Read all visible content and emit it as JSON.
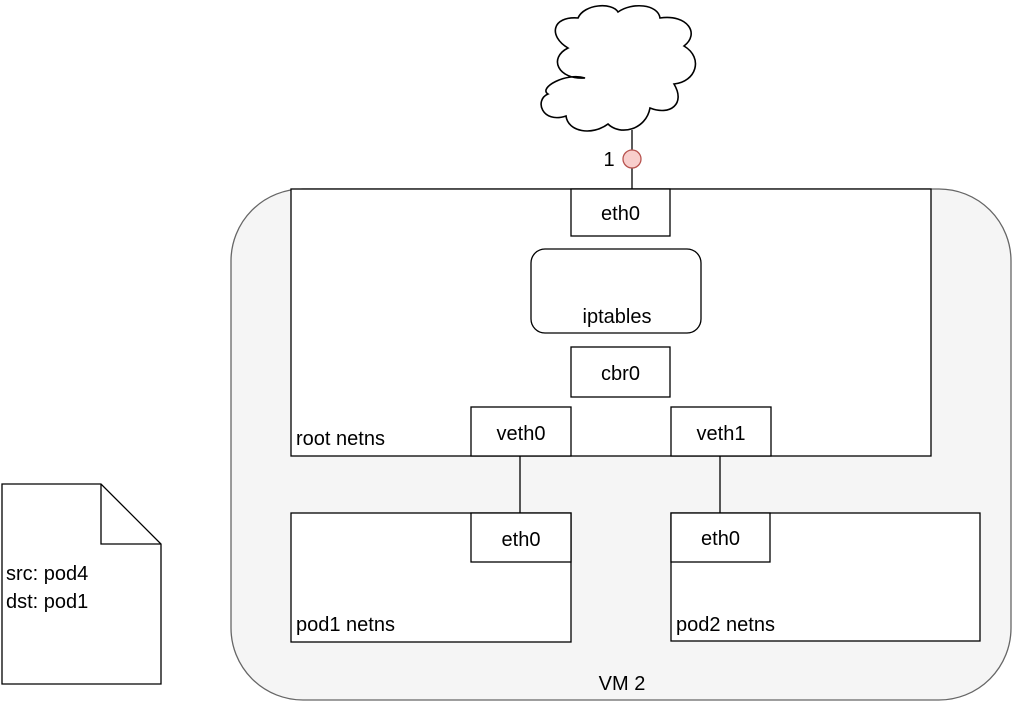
{
  "diagram": {
    "vm_label": "VM 2",
    "root_ns_label": "root netns",
    "pod1_ns_label": "pod1 netns",
    "pod2_ns_label": "pod2 netns",
    "root_eth": "eth0",
    "iptables": "iptables",
    "bridge": "cbr0",
    "veth0": "veth0",
    "veth1": "veth1",
    "pod1_eth": "eth0",
    "pod2_eth": "eth0",
    "step_number": "1",
    "packet": {
      "src": "src: pod4",
      "dst": "dst: pod1"
    }
  },
  "colors": {
    "vm_fill": "#f5f5f5",
    "vm_stroke": "#666666",
    "step_marker_fill": "#f8cecc",
    "step_marker_stroke": "#b85450"
  }
}
